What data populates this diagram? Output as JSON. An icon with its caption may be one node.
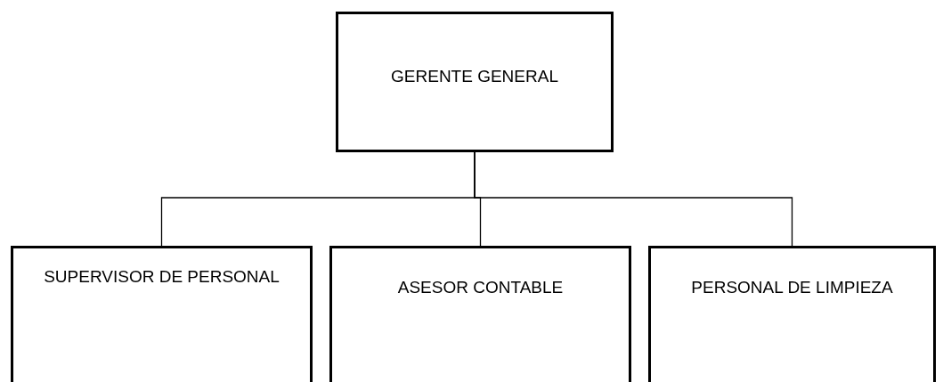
{
  "diagram": {
    "nodes": [
      {
        "text": [
          "GERENTE GENERAL"
        ]
      },
      {
        "text": [
          "SUPERVISOR DE PERSONAL"
        ]
      },
      {
        "text": [
          "ASESOR CONTABLE"
        ]
      },
      {
        "text": [
          "PERSONAL DE LIMPIEZA"
        ]
      }
    ],
    "edges": [
      {
        "from": 0,
        "to": 1,
        "arrow": "none"
      },
      {
        "from": 0,
        "to": 2,
        "arrow": "none"
      },
      {
        "from": 0,
        "to": 3,
        "arrow": "none"
      }
    ]
  }
}
